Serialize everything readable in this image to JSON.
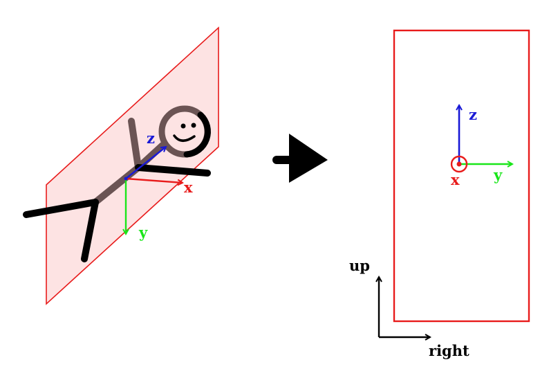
{
  "colors": {
    "plane_fill": "#fde3e3",
    "plane_stroke": "#e81b1b",
    "frame_stroke": "#e81b1b",
    "x_axis": "#e81b1b",
    "y_axis": "#19e619",
    "z_axis": "#1919d6",
    "figure_back": "#6b5454",
    "figure_front": "#000000",
    "arrow": "#000000",
    "screen_axis": "#000000"
  },
  "left_view": {
    "labels": {
      "x": "x",
      "y": "y",
      "z": "z"
    }
  },
  "transform_arrow": {
    "icon": "right-arrow-icon"
  },
  "right_view": {
    "labels": {
      "x": "x",
      "y": "y",
      "z": "z"
    },
    "screen_axes": {
      "up": "up",
      "right": "right"
    }
  }
}
